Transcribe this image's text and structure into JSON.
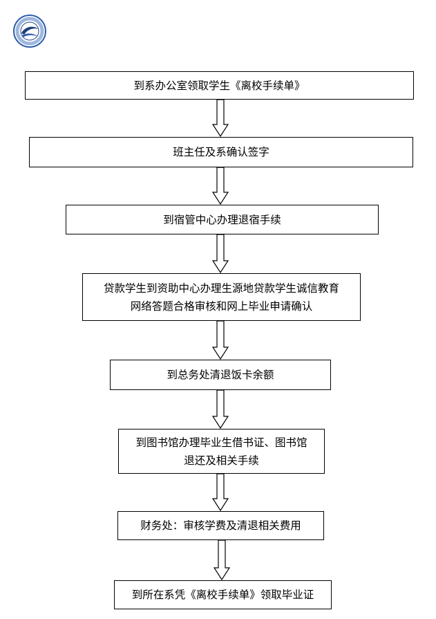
{
  "logo": {
    "icon": "school-emblem-icon",
    "ring_color": "#2f5fae",
    "swirl_color": "#1e3f7a"
  },
  "flowchart": {
    "steps": [
      {
        "text": "到系办公室领取学生《离校手续单》"
      },
      {
        "text": "班主任及系确认签字"
      },
      {
        "text": "到宿管中心办理退宿手续"
      },
      {
        "text": "贷款学生到资助中心办理生源地贷款学生诚信教育\n网络答题合格审核和网上毕业申请确认"
      },
      {
        "text": "到总务处清退饭卡余额"
      },
      {
        "text": "到图书馆办理毕业生借书证、图书馆\n退还及相关手续"
      },
      {
        "text": "财务处：审核学费及清退相关费用"
      },
      {
        "text": "到所在系凭《离校手续单》领取毕业证"
      }
    ]
  }
}
